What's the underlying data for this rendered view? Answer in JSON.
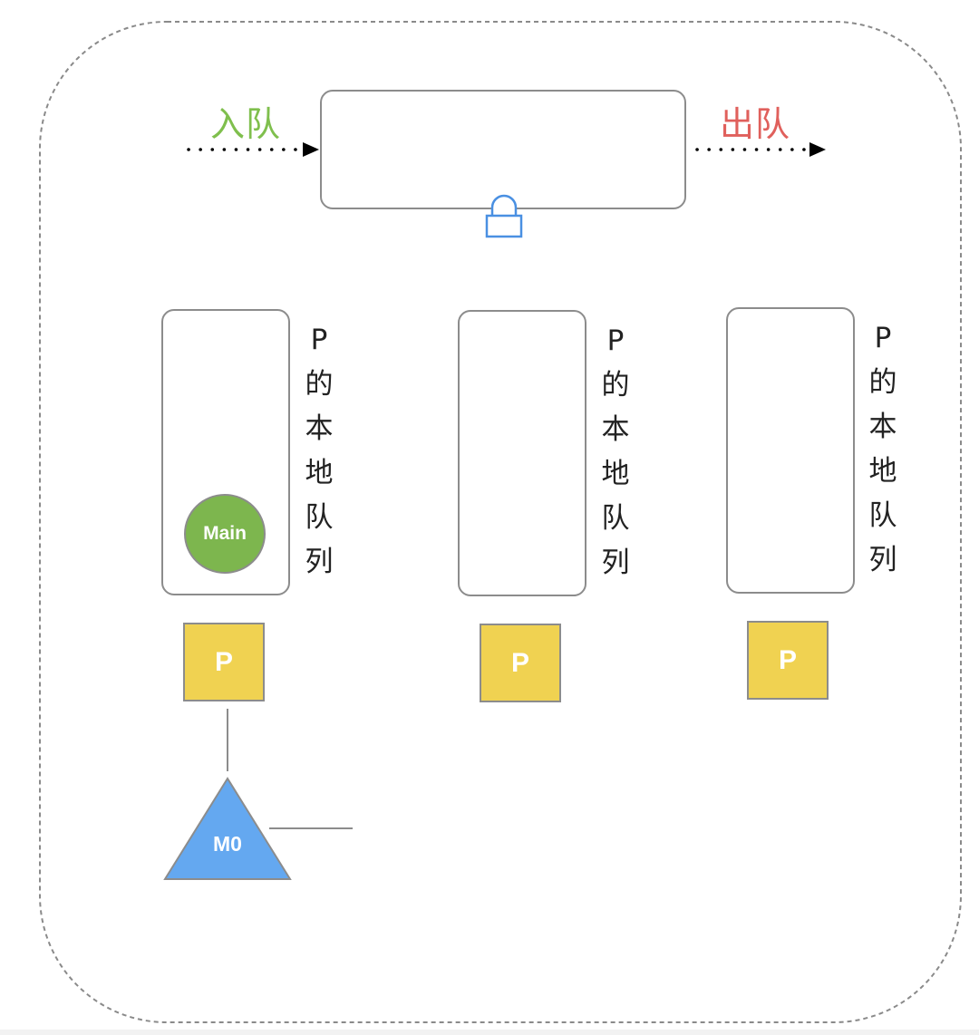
{
  "diagram": {
    "title": "Go GMP scheduler: global queue and P local queues",
    "global_queue": {
      "enqueue_label": "入队",
      "dequeue_label": "出队",
      "lock_icon": "lock-icon"
    },
    "processors": [
      {
        "label": "P",
        "queue_label_chars": [
          "P",
          "的",
          "本",
          "地",
          "队",
          "列"
        ],
        "goroutines": [
          "Main"
        ],
        "machine": "M0"
      },
      {
        "label": "P",
        "queue_label_chars": [
          "P",
          "的",
          "本",
          "地",
          "队",
          "列"
        ],
        "goroutines": [],
        "machine": null
      },
      {
        "label": "P",
        "queue_label_chars": [
          "P",
          "的",
          "本",
          "地",
          "队",
          "列"
        ],
        "goroutines": [],
        "machine": null
      }
    ],
    "colors": {
      "enqueue": "#7fbf4d",
      "dequeue": "#e0605c",
      "lock": "#4a90e2",
      "processor": "#f0d251",
      "goroutine": "#7db64e",
      "machine": "#64a8f0",
      "border": "#8c8c8c"
    }
  }
}
